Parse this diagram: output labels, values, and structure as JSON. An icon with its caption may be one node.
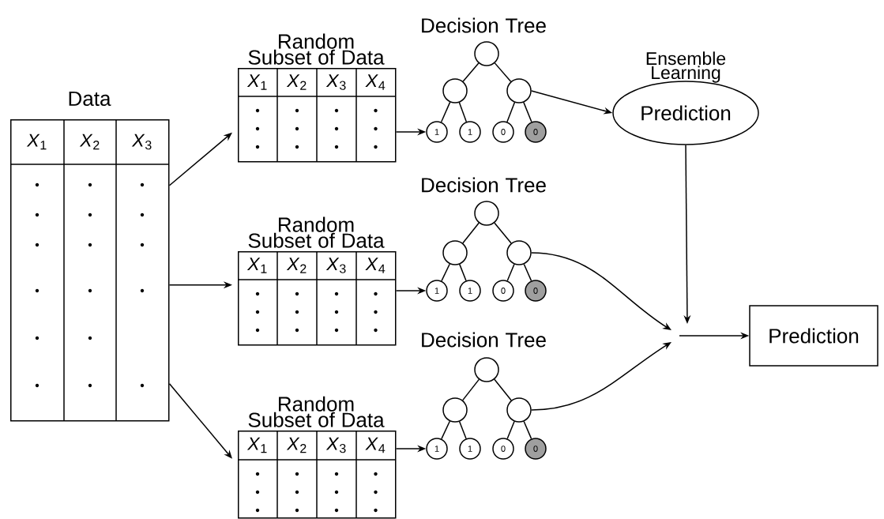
{
  "diagram": {
    "nodes": [
      {
        "text": [
          "Data",
          "*X*$_{1}$",
          "*X*$_{2}$",
          "*X*$_{3}$"
        ]
      },
      {
        "text": [
          "Random Subset of Data",
          "*X*$_{1}$",
          "*X*$_{2}$",
          "*X*$_{3}$",
          "*X*$_{4}$"
        ]
      },
      {
        "text": [],
        "shape": "circle",
        "beside": [
          "Decision Tree"
        ]
      },
      {
        "text": [],
        "shape": "circle"
      },
      {
        "text": [],
        "shape": "circle"
      },
      {
        "text": [
          "1"
        ]
      },
      {
        "text": [
          "1"
        ]
      },
      {
        "text": [
          "0"
        ]
      },
      {
        "text": [
          "0"
        ]
      },
      {
        "text": [
          "Random Subset of Data",
          "*X*$_{1}$",
          "*X*$_{2}$",
          "*X*$_{3}$",
          "*X*$_{4}$"
        ]
      },
      {
        "text": [],
        "shape": "circle",
        "beside": [
          "Decision Tree"
        ]
      },
      {
        "text": [],
        "shape": "circle"
      },
      {
        "text": [],
        "shape": "circle"
      },
      {
        "text": [
          "1"
        ]
      },
      {
        "text": [
          "1"
        ]
      },
      {
        "text": [
          "0"
        ]
      },
      {
        "text": [
          "0"
        ]
      },
      {
        "text": [
          "Random Subset of Data",
          "*X*$_{1}$",
          "*X*$_{2}$",
          "*X*$_{3}$",
          "*X*$_{4}$"
        ]
      },
      {
        "text": [],
        "shape": "circle",
        "beside": [
          "Decision Tree"
        ]
      },
      {
        "text": [],
        "shape": "circle"
      },
      {
        "text": [],
        "shape": "circle"
      },
      {
        "text": [
          "1"
        ]
      },
      {
        "text": [
          "1"
        ]
      },
      {
        "text": [
          "0"
        ]
      },
      {
        "text": [
          "0"
        ]
      },
      {
        "text": [
          "Prediction"
        ],
        "beside": [
          "Ensemble Learning"
        ]
      },
      {
        "text": [
          "Prediction"
        ]
      }
    ],
    "edges": [
      {
        "from": 0,
        "to": 1,
        "arrow": "to"
      },
      {
        "from": 0,
        "to": 9,
        "arrow": "to"
      },
      {
        "from": 0,
        "to": 17,
        "arrow": "to"
      },
      {
        "from": 1,
        "to": 5,
        "arrow": "to"
      },
      {
        "from": 9,
        "to": 13,
        "arrow": "to"
      },
      {
        "from": 17,
        "to": 21,
        "arrow": "to"
      },
      {
        "from": 2,
        "to": 3,
        "arrow": "none"
      },
      {
        "from": 2,
        "to": 4,
        "arrow": "none"
      },
      {
        "from": 3,
        "to": 5,
        "arrow": "none"
      },
      {
        "from": 3,
        "to": 6,
        "arrow": "none"
      },
      {
        "from": 4,
        "to": 7,
        "arrow": "none"
      },
      {
        "from": 4,
        "to": 8,
        "arrow": "none"
      },
      {
        "from": 10,
        "to": 11,
        "arrow": "none"
      },
      {
        "from": 10,
        "to": 12,
        "arrow": "none"
      },
      {
        "from": 11,
        "to": 13,
        "arrow": "none"
      },
      {
        "from": 11,
        "to": 14,
        "arrow": "none"
      },
      {
        "from": 12,
        "to": 15,
        "arrow": "none"
      },
      {
        "from": 12,
        "to": 16,
        "arrow": "none"
      },
      {
        "from": 18,
        "to": 19,
        "arrow": "none"
      },
      {
        "from": 18,
        "to": 20,
        "arrow": "none"
      },
      {
        "from": 19,
        "to": 21,
        "arrow": "none"
      },
      {
        "from": 19,
        "to": 22,
        "arrow": "none"
      },
      {
        "from": 20,
        "to": 23,
        "arrow": "none"
      },
      {
        "from": 20,
        "to": 24,
        "arrow": "none"
      },
      {
        "from": 4,
        "to": 25,
        "arrow": "to"
      },
      {
        "from": 25,
        "to": null,
        "arrow": "to"
      },
      {
        "from": 12,
        "to": null,
        "arrow": "to"
      },
      {
        "from": 20,
        "to": null,
        "arrow": "to"
      },
      {
        "from": null,
        "to": 26,
        "arrow": "to"
      }
    ]
  }
}
